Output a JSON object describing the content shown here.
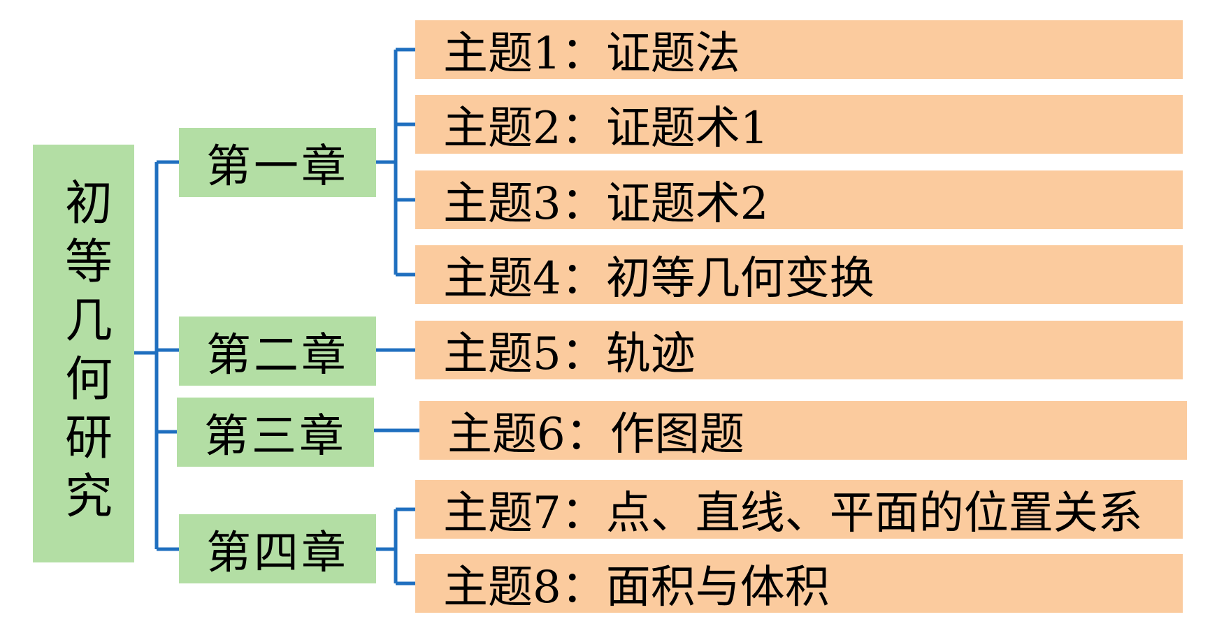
{
  "root": {
    "label": "初等几何研究"
  },
  "chapters": [
    {
      "label": "第一章"
    },
    {
      "label": "第二章"
    },
    {
      "label": "第三章"
    },
    {
      "label": "第四章"
    }
  ],
  "topics": [
    {
      "label": "主题1：证题法"
    },
    {
      "label": "主题2：证题术1"
    },
    {
      "label": "主题3：证题术2"
    },
    {
      "label": "主题4：初等几何变换"
    },
    {
      "label": "主题5：轨迹"
    },
    {
      "label": "主题6：作图题"
    },
    {
      "label": "主题7：点、直线、平面的位置关系"
    },
    {
      "label": "主题8：面积与体积"
    }
  ],
  "colors": {
    "root_fill": "#b3dea4",
    "chapter_fill": "#b3dea4",
    "topic_fill": "#fbcb9e",
    "connector": "#1f6fbf"
  }
}
